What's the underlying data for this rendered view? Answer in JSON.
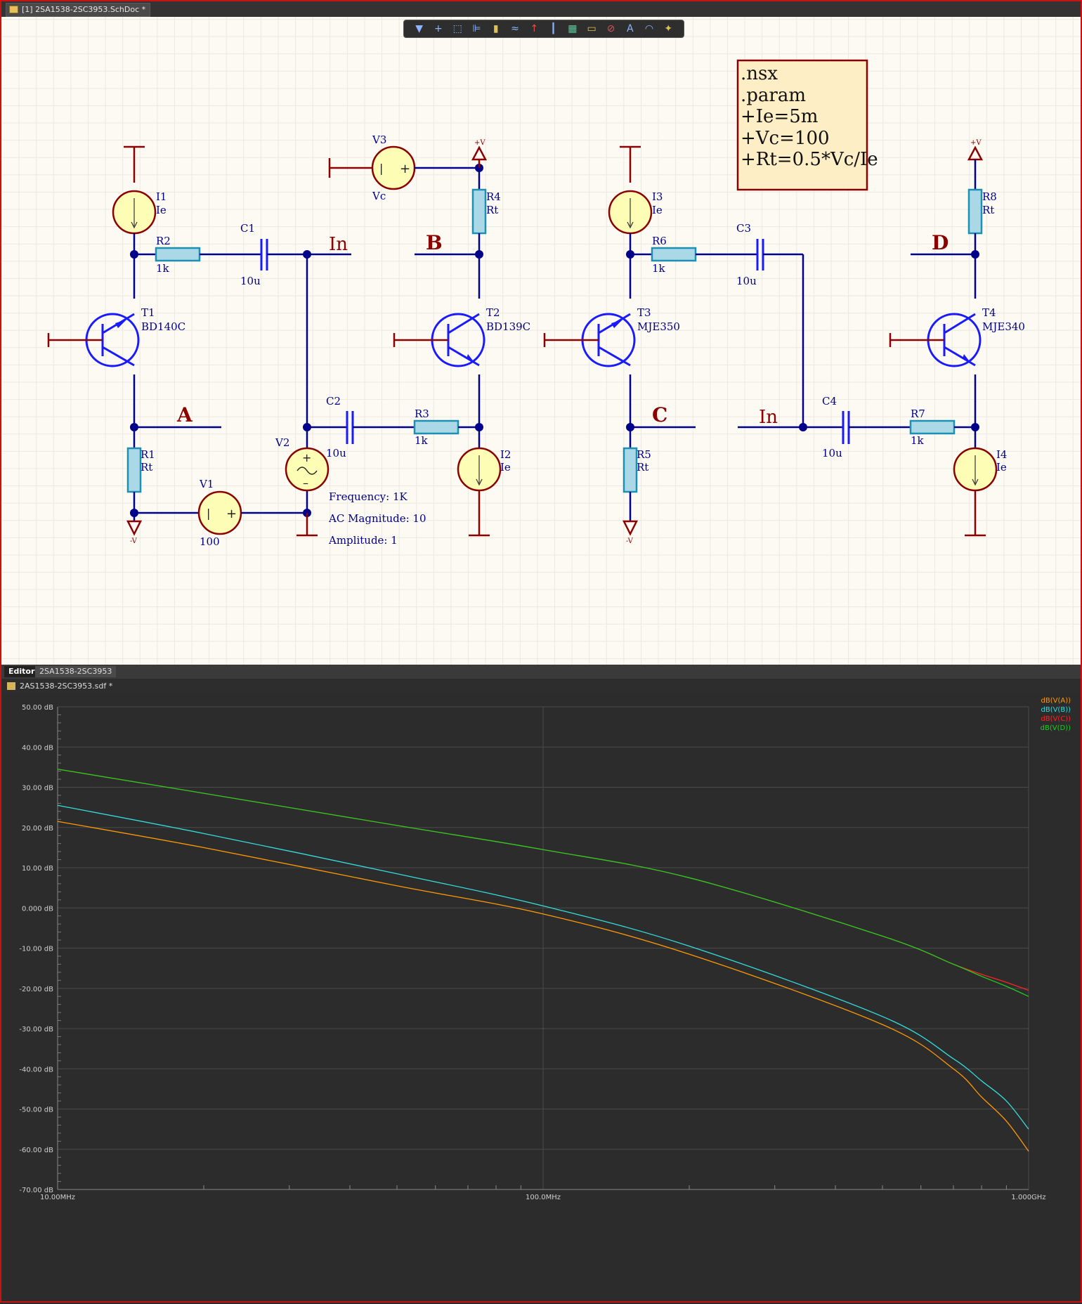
{
  "window": {
    "doc_tab": "[1] 2SA1538-2SC3953.SchDoc *"
  },
  "toolbar": {
    "icons": [
      "filter-icon",
      "plus-icon",
      "select-rect-icon",
      "align-icon",
      "component-icon",
      "bus-icon",
      "power-port-icon",
      "harness-icon",
      "net-label-icon",
      "port-icon",
      "no-erc-icon",
      "text-icon",
      "arc-icon",
      "probe-icon"
    ]
  },
  "schematic": {
    "text_frame": {
      "lines": [
        ".nsx",
        ".param",
        "+Ie=5m",
        "+Vc=100",
        "+Rt=0.5*Vc/Ie"
      ]
    },
    "components": {
      "I1": {
        "ref": "I1",
        "val": "Ie"
      },
      "I2": {
        "ref": "I2",
        "val": "Ie"
      },
      "I3": {
        "ref": "I3",
        "val": "Ie"
      },
      "I4": {
        "ref": "I4",
        "val": "Ie"
      },
      "R1": {
        "ref": "R1",
        "val": "Rt"
      },
      "R2": {
        "ref": "R2",
        "val": "1k"
      },
      "R3": {
        "ref": "R3",
        "val": "1k"
      },
      "R4": {
        "ref": "R4",
        "val": "Rt"
      },
      "R5": {
        "ref": "R5",
        "val": "Rt"
      },
      "R6": {
        "ref": "R6",
        "val": "1k"
      },
      "R7": {
        "ref": "R7",
        "val": "1k"
      },
      "R8": {
        "ref": "R8",
        "val": "Rt"
      },
      "C1": {
        "ref": "C1",
        "val": "10u"
      },
      "C2": {
        "ref": "C2",
        "val": "10u"
      },
      "C3": {
        "ref": "C3",
        "val": "10u"
      },
      "C4": {
        "ref": "C4",
        "val": "10u"
      },
      "T1": {
        "ref": "T1",
        "val": "BD140C"
      },
      "T2": {
        "ref": "T2",
        "val": "BD139C"
      },
      "T3": {
        "ref": "T3",
        "val": "MJE350"
      },
      "T4": {
        "ref": "T4",
        "val": "MJE340"
      },
      "V1": {
        "ref": "V1",
        "val": "100"
      },
      "V2": {
        "ref": "V2",
        "params": [
          "Frequency: 1K",
          "AC Magnitude: 10",
          "Amplitude: 1"
        ]
      },
      "V3": {
        "ref": "V3",
        "val": "Vc"
      }
    },
    "net_labels": {
      "a": "A",
      "b": "B",
      "c": "C",
      "d": "D",
      "in1": "In",
      "in2": "In"
    },
    "power_labels": {
      "pos": "+V",
      "neg": "-V"
    },
    "colors": {
      "wire": "#00008b",
      "symbol": "#1a1aff",
      "power": "#8b0000",
      "fill": "#fdfdb5",
      "resistor": "#abd8e6"
    }
  },
  "panel": {
    "tabs": [
      "Editor",
      "2SA1538-2SC3953"
    ],
    "file": "2AS1538-2SC3953.sdf *"
  },
  "chart_data": {
    "type": "line",
    "x_scale": "log",
    "xlim": [
      10000000,
      1000000000
    ],
    "ylim": [
      -70,
      50
    ],
    "x_ticks": [
      "10.00MHz",
      "100.0MHz",
      "1.000GHz"
    ],
    "y_ticks": [
      "50.00 dB",
      "40.00 dB",
      "30.00 dB",
      "20.00 dB",
      "10.00 dB",
      "0.000 dB",
      "-10.00 dB",
      "-20.00 dB",
      "-30.00 dB",
      "-40.00 dB",
      "-50.00 dB",
      "-60.00 dB",
      "-70.00 dB"
    ],
    "legend_position": "top-right",
    "grid": true,
    "x": [
      10000000,
      20000000,
      50000000,
      100000000,
      200000000,
      500000000,
      700000000,
      800000000,
      900000000,
      1000000000
    ],
    "series": [
      {
        "name": "dB(V(A))",
        "color": "#ff9900",
        "values": [
          21.5,
          15.0,
          5.5,
          -1.5,
          -11.5,
          -29,
          -40,
          -47,
          -53,
          -60.5
        ]
      },
      {
        "name": "dB(V(B))",
        "color": "#33dddd",
        "values": [
          25.5,
          18.5,
          8.5,
          0.5,
          -9.5,
          -27,
          -37.5,
          -43,
          -48,
          -55
        ]
      },
      {
        "name": "dB(V(C))",
        "color": "#ff2222",
        "values": [
          34.5,
          28.5,
          20.5,
          14.5,
          7.5,
          -7,
          -14,
          -16.5,
          -18.5,
          -20.5
        ]
      },
      {
        "name": "dB(V(D))",
        "color": "#22cc22",
        "values": [
          34.5,
          28.5,
          20.5,
          14.5,
          7.5,
          -7,
          -14,
          -17,
          -19.5,
          -22
        ]
      }
    ]
  }
}
